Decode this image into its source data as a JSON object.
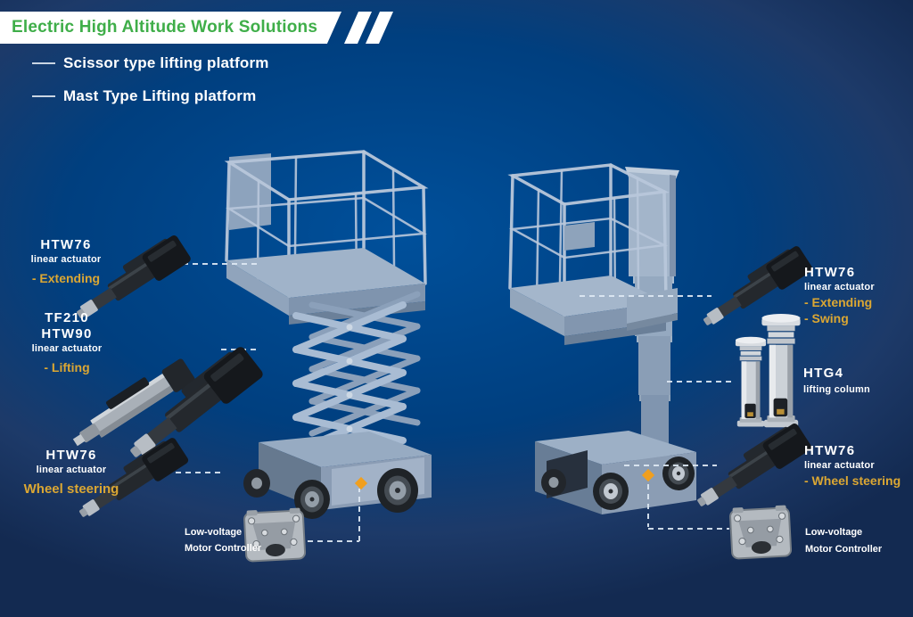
{
  "header": {
    "title": "Electric High Altitude Work Solutions",
    "subtitles": [
      {
        "label": "Scissor type lifting platform"
      },
      {
        "label": "Mast Type Lifting platform"
      }
    ]
  },
  "callouts": {
    "left_extending": {
      "model": "HTW76",
      "type": "linear actuator",
      "fn1": "- Extending"
    },
    "left_lifting": {
      "model1": "TF210",
      "model2": "HTW90",
      "type": "linear actuator",
      "fn1": "- Lifting"
    },
    "left_wheel_steering": {
      "model": "HTW76",
      "type": "linear actuator",
      "fn1": "Wheel steering"
    },
    "left_controller": {
      "line1": "Low-voltage",
      "line2": "Motor Controller"
    },
    "right_extending_swing": {
      "model": "HTW76",
      "type": "linear actuator",
      "fn1": "- Extending",
      "fn2": "- Swing"
    },
    "right_lifting_column": {
      "model": "HTG4",
      "type": "lifting column"
    },
    "right_wheel_steering": {
      "model": "HTW76",
      "type": "linear actuator",
      "fn1": "- Wheel steering"
    },
    "right_controller": {
      "line1": "Low-voltage",
      "line2": "Motor Controller"
    }
  },
  "colors": {
    "title_green": "#3fae49",
    "accent_yellow": "#dba733",
    "dot_orange": "#f09f1f",
    "dash_white": "#dde8f3",
    "bg_center": "#00509b",
    "bg_mid": "#003f7f",
    "bg_edge": "#132a51",
    "banner_white": "#ffffff",
    "text_white": "#ffffff"
  }
}
